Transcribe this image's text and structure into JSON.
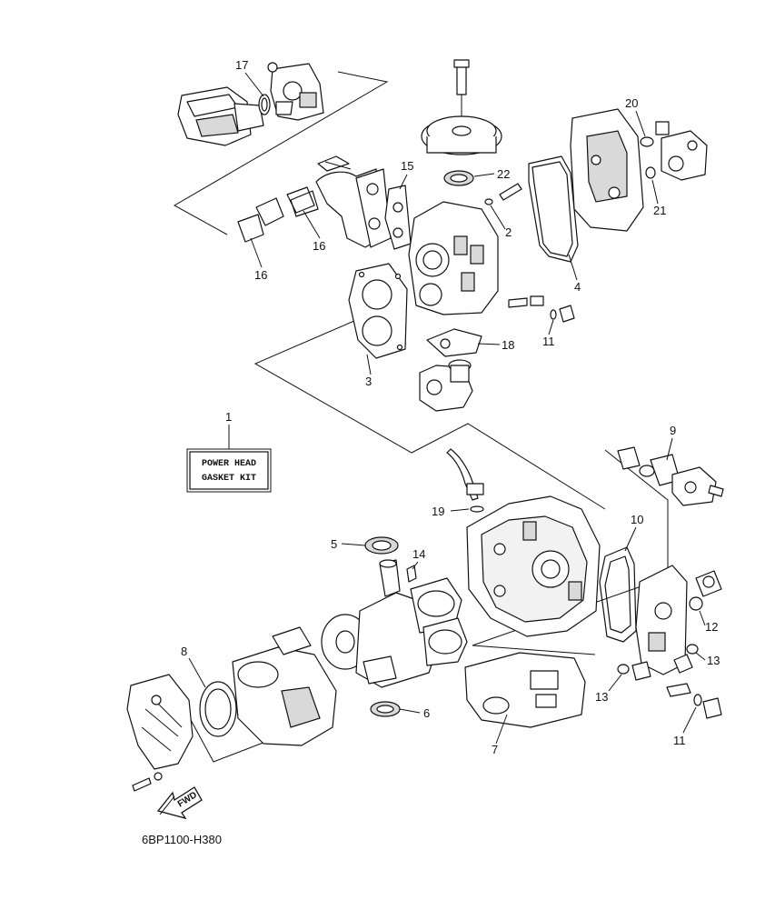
{
  "callouts": [
    {
      "id": "1",
      "label": "1"
    },
    {
      "id": "2",
      "label": "2"
    },
    {
      "id": "3",
      "label": "3"
    },
    {
      "id": "4",
      "label": "4"
    },
    {
      "id": "5",
      "label": "5"
    },
    {
      "id": "6",
      "label": "6"
    },
    {
      "id": "7",
      "label": "7"
    },
    {
      "id": "8",
      "label": "8"
    },
    {
      "id": "9",
      "label": "9"
    },
    {
      "id": "10",
      "label": "10"
    },
    {
      "id": "11a",
      "label": "11"
    },
    {
      "id": "11b",
      "label": "11"
    },
    {
      "id": "12",
      "label": "12"
    },
    {
      "id": "13a",
      "label": "13"
    },
    {
      "id": "13b",
      "label": "13"
    },
    {
      "id": "14",
      "label": "14"
    },
    {
      "id": "15",
      "label": "15"
    },
    {
      "id": "16a",
      "label": "16"
    },
    {
      "id": "16b",
      "label": "16"
    },
    {
      "id": "17",
      "label": "17"
    },
    {
      "id": "18",
      "label": "18"
    },
    {
      "id": "19",
      "label": "19"
    },
    {
      "id": "20",
      "label": "20"
    },
    {
      "id": "21",
      "label": "21"
    },
    {
      "id": "22",
      "label": "22"
    }
  ],
  "kit_box": {
    "line1": "POWER HEAD",
    "line2": "GASKET KIT"
  },
  "fwd_arrow": {
    "label": "FWD"
  },
  "diagram_code": "6BP1100-H380"
}
